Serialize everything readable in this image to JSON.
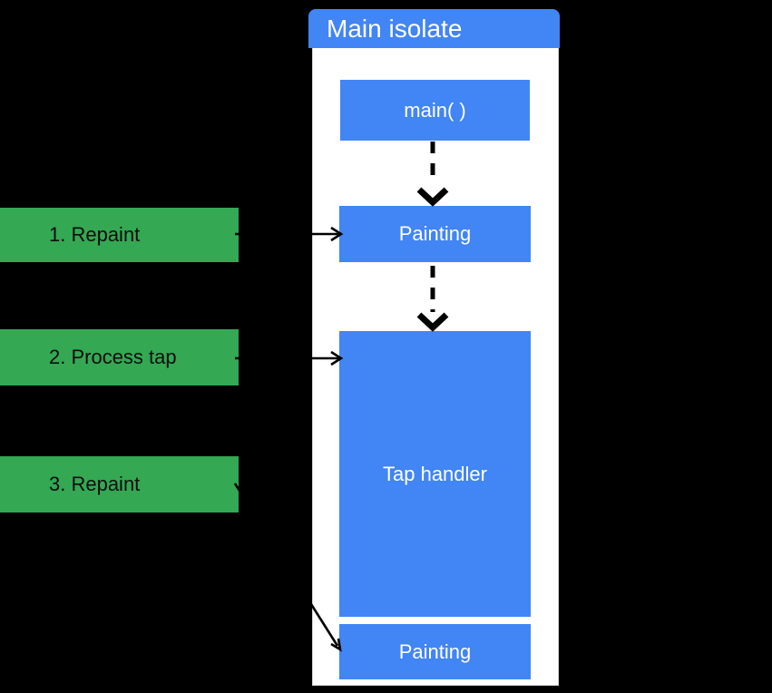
{
  "header": {
    "title": "Main isolate"
  },
  "isolate_boxes": {
    "main": "main( )",
    "painting_1": "Painting",
    "tap_handler": "Tap handler",
    "painting_2": "Painting"
  },
  "event_labels": {
    "repaint_1": "1. Repaint",
    "process_tap": "2. Process tap",
    "repaint_3": "3. Repaint"
  },
  "colors": {
    "background": "#000000",
    "panel": "#ffffff",
    "panel_border": "#d6d6d6",
    "blue": "#4285f4",
    "green": "#34a853",
    "box_text": "#ffffff",
    "label_text": "#0d0d0d",
    "arrow": "#000000"
  }
}
